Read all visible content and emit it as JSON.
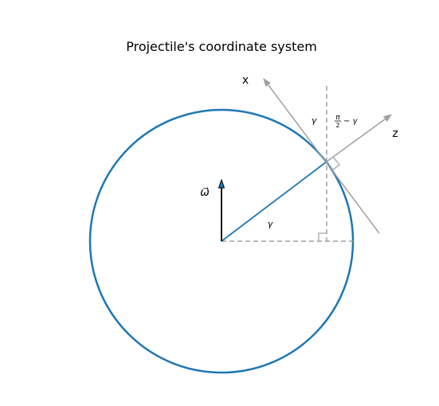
{
  "title": "Projectile's coordinate system",
  "labels": {
    "x_axis": "x",
    "z_axis": "z",
    "omega": "ω⃗",
    "gamma_center": "γ",
    "gamma_top": "γ",
    "half_pi_minus_gamma": {
      "numerator": "π",
      "denominator": "2",
      "rest": "− γ"
    }
  },
  "colors": {
    "circle": "#1f77b4",
    "radius": "#1f77b4",
    "axes": "#a0a0a0",
    "dashed": "#a0a0a0",
    "omega_vector": "#000000",
    "omega_head": "#1f77b4"
  }
}
